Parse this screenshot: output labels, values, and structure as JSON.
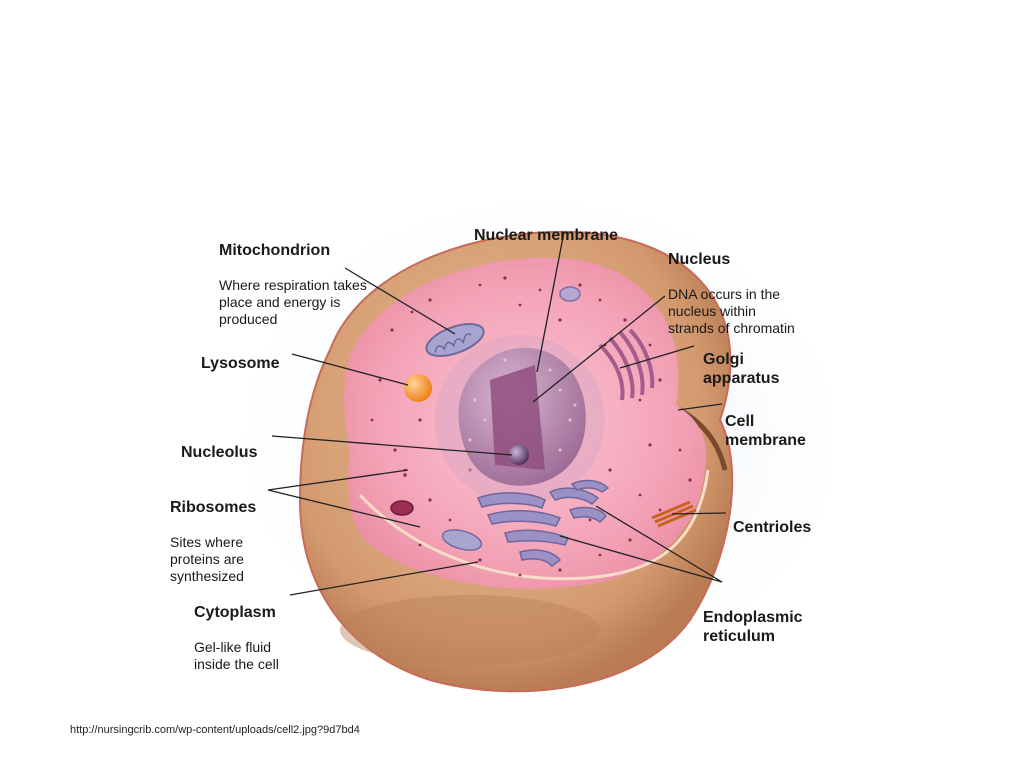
{
  "labels": {
    "mitochondrion": {
      "title": "Mitochondrion",
      "desc": "Where respiration takes\nplace and energy is\nproduced"
    },
    "nuclear_membrane": {
      "title": "Nuclear membrane"
    },
    "nucleus": {
      "title": "Nucleus",
      "desc": "DNA occurs in the\nnucleus within\nstrands of chromatin"
    },
    "lysosome": {
      "title": "Lysosome"
    },
    "golgi": {
      "title": "Golgi\napparatus"
    },
    "cell_membrane": {
      "title": "Cell\nmembrane"
    },
    "nucleolus": {
      "title": "Nucleolus"
    },
    "ribosomes": {
      "title": "Ribosomes",
      "desc": "Sites where\nproteins are\nsynthesized"
    },
    "centrioles": {
      "title": "Centrioles"
    },
    "cytoplasm": {
      "title": "Cytoplasm",
      "desc": "Gel-like fluid\ninside the cell"
    },
    "er": {
      "title": "Endoplasmic\nreticulum"
    }
  },
  "caption": "http://nursingcrib.com/wp-content/uploads/cell2.jpg?9d7bd4",
  "colors": {
    "cell_outer": "#d9a47c",
    "cytoplasm": "#f4a3b5",
    "nucleus": "#b27aa6",
    "nucleolus": "#6b4a7a",
    "er": "#8f86b8",
    "lysosome": "#f28c1e",
    "centrioles": "#d9762a",
    "leader_line": "#222222"
  }
}
